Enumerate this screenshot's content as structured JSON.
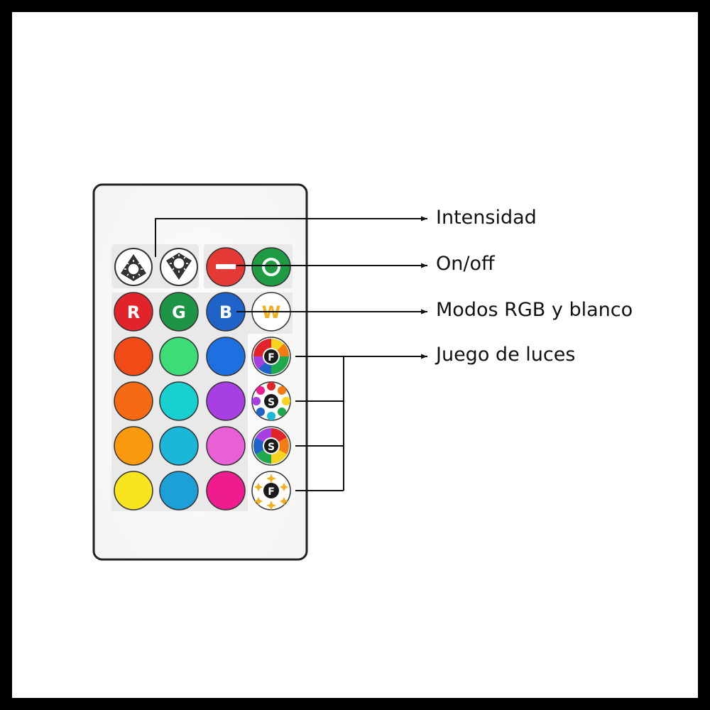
{
  "title": "IR remote control diagram",
  "callouts": {
    "intensity": "Intensidad",
    "power": "On/off",
    "modes": "Modos RGB y blanco",
    "effects": "Juego de luces"
  },
  "buttons": {
    "brightness_up_icon": "brightness-up-icon",
    "brightness_down_icon": "brightness-down-icon",
    "off": {
      "color": "#e53935",
      "icon": "minus-icon"
    },
    "on": {
      "color": "#1e9b43",
      "icon": "ring-icon"
    },
    "red": {
      "label": "R",
      "color": "#e0242a"
    },
    "green": {
      "label": "G",
      "color": "#1e9447"
    },
    "blue": {
      "label": "B",
      "color": "#1f63c9"
    },
    "white": {
      "label": "W",
      "color": "#ffffff",
      "text_color": "#f2b01e"
    },
    "flash": {
      "label": "F"
    },
    "strobe": {
      "label": "S"
    },
    "smooth": {
      "label": "S"
    },
    "fade": {
      "label": "F"
    }
  },
  "color_grid": [
    [
      "#f04b16",
      "#3ddc76",
      "#1e6fe0"
    ],
    [
      "#f56a12",
      "#17d0cf",
      "#a83fe3"
    ],
    [
      "#fb9a0f",
      "#1ab7d8",
      "#e85fd6"
    ],
    [
      "#f8e51e",
      "#1d9fd7",
      "#ee1c8e"
    ]
  ]
}
